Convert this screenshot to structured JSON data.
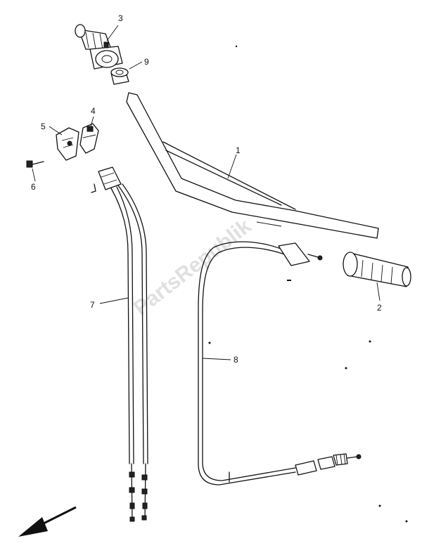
{
  "watermark": "PartsRepublik",
  "parts": [
    {
      "key": "handlebar",
      "number": "1"
    },
    {
      "key": "grip-right",
      "number": "2"
    },
    {
      "key": "grip-left",
      "number": "3"
    },
    {
      "key": "clamp-upper",
      "number": "4"
    },
    {
      "key": "clamp-lower",
      "number": "5"
    },
    {
      "key": "bolt",
      "number": "6"
    },
    {
      "key": "throttle-cable",
      "number": "7"
    },
    {
      "key": "clutch-cable",
      "number": "8"
    },
    {
      "key": "collar",
      "number": "9"
    }
  ]
}
